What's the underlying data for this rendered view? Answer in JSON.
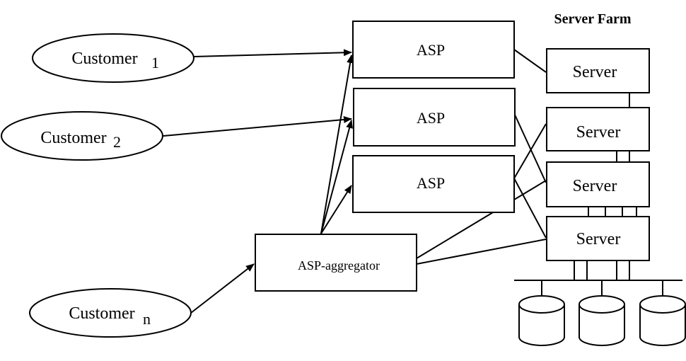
{
  "title": "Server Farm",
  "customers": [
    {
      "name": "Customer",
      "sub": "1"
    },
    {
      "name": "Customer",
      "sub": "2"
    },
    {
      "name": "Customer",
      "sub": "n"
    }
  ],
  "asps": [
    "ASP",
    "ASP",
    "ASP"
  ],
  "aggregator": "ASP-aggregator",
  "servers": [
    "Server",
    "Server",
    "Server",
    "Server"
  ],
  "databases": 3
}
